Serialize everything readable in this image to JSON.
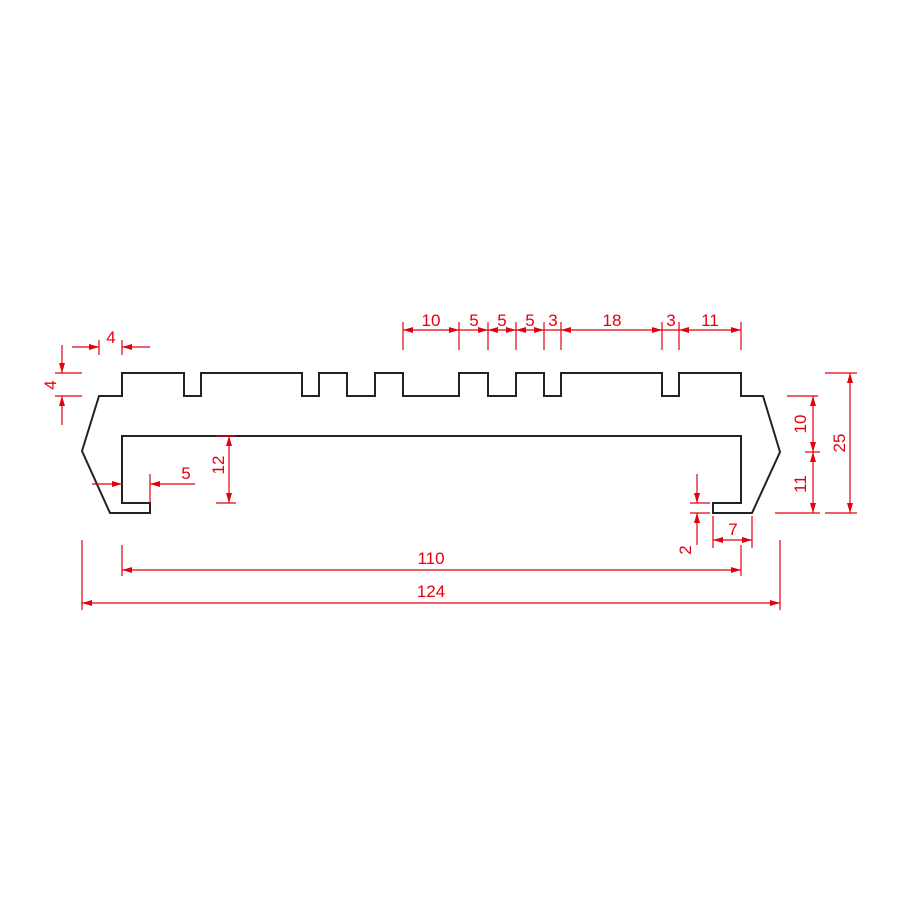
{
  "drawing": {
    "profile_color": "#222222",
    "dimension_color": "#e3000f",
    "dimensions": {
      "top_chain": [
        "10",
        "5",
        "5",
        "5",
        "3",
        "18",
        "3",
        "11"
      ],
      "left_tooth_width": "4",
      "tooth_height": "4",
      "lip_width_left": "5",
      "inner_height": "12",
      "inner_width": "110",
      "overall_width": "124",
      "lip_thickness": "2",
      "lip_width_right": "7",
      "right_upper_height": "10",
      "right_lower_height": "11",
      "overall_height": "25"
    }
  }
}
